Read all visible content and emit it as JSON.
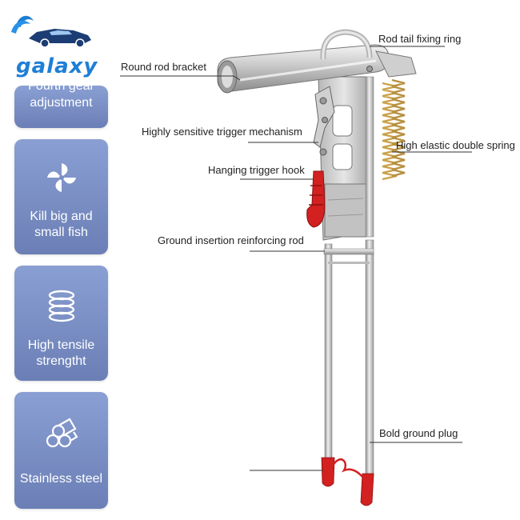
{
  "brand": {
    "logo_text": "galaxy"
  },
  "features": [
    {
      "label_line1": "Fourth gear",
      "label_line2": "adjustment",
      "icon": "none"
    },
    {
      "label_line1": "Kill big and",
      "label_line2": "small fish",
      "icon": "pinwheel-icon"
    },
    {
      "label_line1": "High tensile",
      "label_line2": "strengtht",
      "icon": "spring-coil-icon"
    },
    {
      "label_line1": "Stainless steel",
      "label_line2": "",
      "icon": "steel-rods-icon"
    }
  ],
  "annotations": {
    "rod_tail_ring": "Rod tail fixing ring",
    "round_rod_bracket": "Round rod bracket",
    "trigger_mechanism": "Highly sensitive trigger mechanism",
    "double_spring": "High elastic double spring",
    "trigger_hook": "Hanging trigger hook",
    "reinforcing_rod": "Ground insertion reinforcing rod",
    "ground_plug": "Bold ground plug"
  },
  "colors": {
    "card_top": "#8a9fd3",
    "card_bottom": "#6b7fb6",
    "logo_blue": "#1f7fd6",
    "trigger_red": "#d32020",
    "spring_gold": "#c9a24a"
  }
}
